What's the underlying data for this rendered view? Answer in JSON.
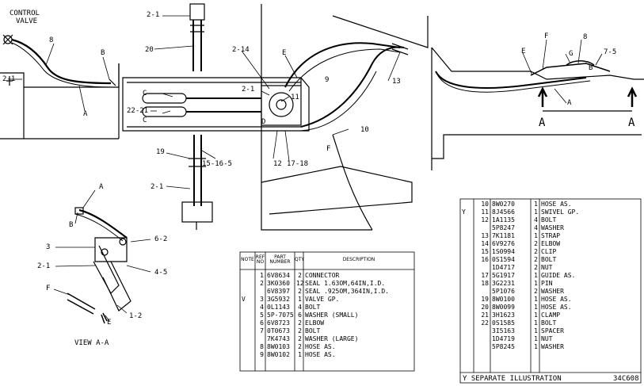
{
  "callouts": {
    "control_valve_line1": "CONTROL",
    "control_valve_line2": "VALVE",
    "c_8a": "8",
    "c_B1": "B",
    "c_2_1a": "2-1",
    "c_A1": "A",
    "c_2_1b": "2-1",
    "c_20": "20",
    "c_2_14": "2-14",
    "c_E1": "E",
    "c_9": "9",
    "c_13": "13",
    "c_2_1c": "2-1",
    "c_11": "11",
    "c_C1": "C",
    "c_22_21": "22-21",
    "c_C2": "C",
    "c_D": "D",
    "c_10": "10",
    "c_F1": "F",
    "c_12": "12",
    "c_17_18": "17-18",
    "c_19": "19",
    "c_15_16_5": "15-16-5",
    "c_2_1d": "2-1",
    "c_F2": "F",
    "c_8b": "8",
    "c_E2": "E",
    "c_G": "G",
    "c_7_5": "7-5",
    "c_B2": "B",
    "c_A2": "A",
    "c_AA_left": "A",
    "c_AA_right": "A",
    "v_A": "A",
    "v_B": "B",
    "v_3": "3",
    "v_6_2": "6-2",
    "v_2_1": "2-1",
    "v_4_5": "4-5",
    "v_F": "F",
    "v_E": "E",
    "v_1_2": "1-2",
    "view_title": "VIEW A-A",
    "footnote": "Y  SEPARATE ILLUSTRATION",
    "drawing_number": "34C608"
  },
  "table1": {
    "headers": {
      "note": "NOTE",
      "ref_no": "REF NO",
      "part_number": "PART NUMBER",
      "qty": "QTY",
      "description": "DESCRIPTION"
    },
    "rows": [
      {
        "note": "",
        "ref": "1",
        "part": "6V8634",
        "qty": "2",
        "desc": "CONNECTOR"
      },
      {
        "note": "",
        "ref": "2",
        "part": "3K0360",
        "qty": "12",
        "desc": "SEAL  1.63OM,64IN,I.D."
      },
      {
        "note": "",
        "ref": "",
        "part": "6V8397",
        "qty": "2",
        "desc": "SEAL  .925OM,364IN,I.D."
      },
      {
        "note": "V",
        "ref": "3",
        "part": "3G5932",
        "qty": "1",
        "desc": "VALVE GP."
      },
      {
        "note": "",
        "ref": "4",
        "part": "0L1143",
        "qty": "4",
        "desc": "BOLT"
      },
      {
        "note": "",
        "ref": "5",
        "part": "5P-7075",
        "qty": "6",
        "desc": "WASHER (SMALL)"
      },
      {
        "note": "",
        "ref": "6",
        "part": "6V8723",
        "qty": "2",
        "desc": "ELBOW"
      },
      {
        "note": "",
        "ref": "7",
        "part": "0T0673",
        "qty": "2",
        "desc": "BOLT"
      },
      {
        "note": "",
        "ref": "",
        "part": "7K4743",
        "qty": "2",
        "desc": "WASHER (LARGE)"
      },
      {
        "note": "",
        "ref": "8",
        "part": "8W0103",
        "qty": "2",
        "desc": "HOSE AS."
      },
      {
        "note": "",
        "ref": "9",
        "part": "8W0102",
        "qty": "1",
        "desc": "HOSE AS."
      }
    ]
  },
  "table2": {
    "rows": [
      {
        "note": "",
        "ref": "10",
        "part": "8W0270",
        "qty": "1",
        "desc": "HOSE AS."
      },
      {
        "note": "Y",
        "ref": "11",
        "part": "8J4566",
        "qty": "1",
        "desc": "SWIVEL GP."
      },
      {
        "note": "",
        "ref": "12",
        "part": "1A1135",
        "qty": "4",
        "desc": "BOLT"
      },
      {
        "note": "",
        "ref": "",
        "part": "5P8247",
        "qty": "4",
        "desc": "WASHER"
      },
      {
        "note": "",
        "ref": "13",
        "part": "7K1181",
        "qty": "1",
        "desc": "STRAP"
      },
      {
        "note": "",
        "ref": "14",
        "part": "6V9276",
        "qty": "2",
        "desc": "ELBOW"
      },
      {
        "note": "",
        "ref": "15",
        "part": "1S0994",
        "qty": "2",
        "desc": "CLIP"
      },
      {
        "note": "",
        "ref": "16",
        "part": "0S1594",
        "qty": "2",
        "desc": "BOLT"
      },
      {
        "note": "",
        "ref": "",
        "part": "1D4717",
        "qty": "2",
        "desc": "NUT"
      },
      {
        "note": "",
        "ref": "17",
        "part": "5G1917",
        "qty": "1",
        "desc": "GUIDE AS."
      },
      {
        "note": "",
        "ref": "18",
        "part": "3G2231",
        "qty": "1",
        "desc": "PIN"
      },
      {
        "note": "",
        "ref": "",
        "part": "5P1076",
        "qty": "2",
        "desc": "WASHER"
      },
      {
        "note": "",
        "ref": "19",
        "part": "8W0100",
        "qty": "1",
        "desc": "HOSE AS."
      },
      {
        "note": "",
        "ref": "20",
        "part": "8W0099",
        "qty": "1",
        "desc": "HOSE AS."
      },
      {
        "note": "",
        "ref": "21",
        "part": "3H1623",
        "qty": "1",
        "desc": "CLAMP"
      },
      {
        "note": "",
        "ref": "22",
        "part": "0S1585",
        "qty": "1",
        "desc": "BOLT"
      },
      {
        "note": "",
        "ref": "",
        "part": "3I5163",
        "qty": "1",
        "desc": "SPACER"
      },
      {
        "note": "",
        "ref": "",
        "part": "1D4719",
        "qty": "1",
        "desc": "NUT"
      },
      {
        "note": "",
        "ref": "",
        "part": "5P8245",
        "qty": "1",
        "desc": "WASHER"
      }
    ]
  }
}
